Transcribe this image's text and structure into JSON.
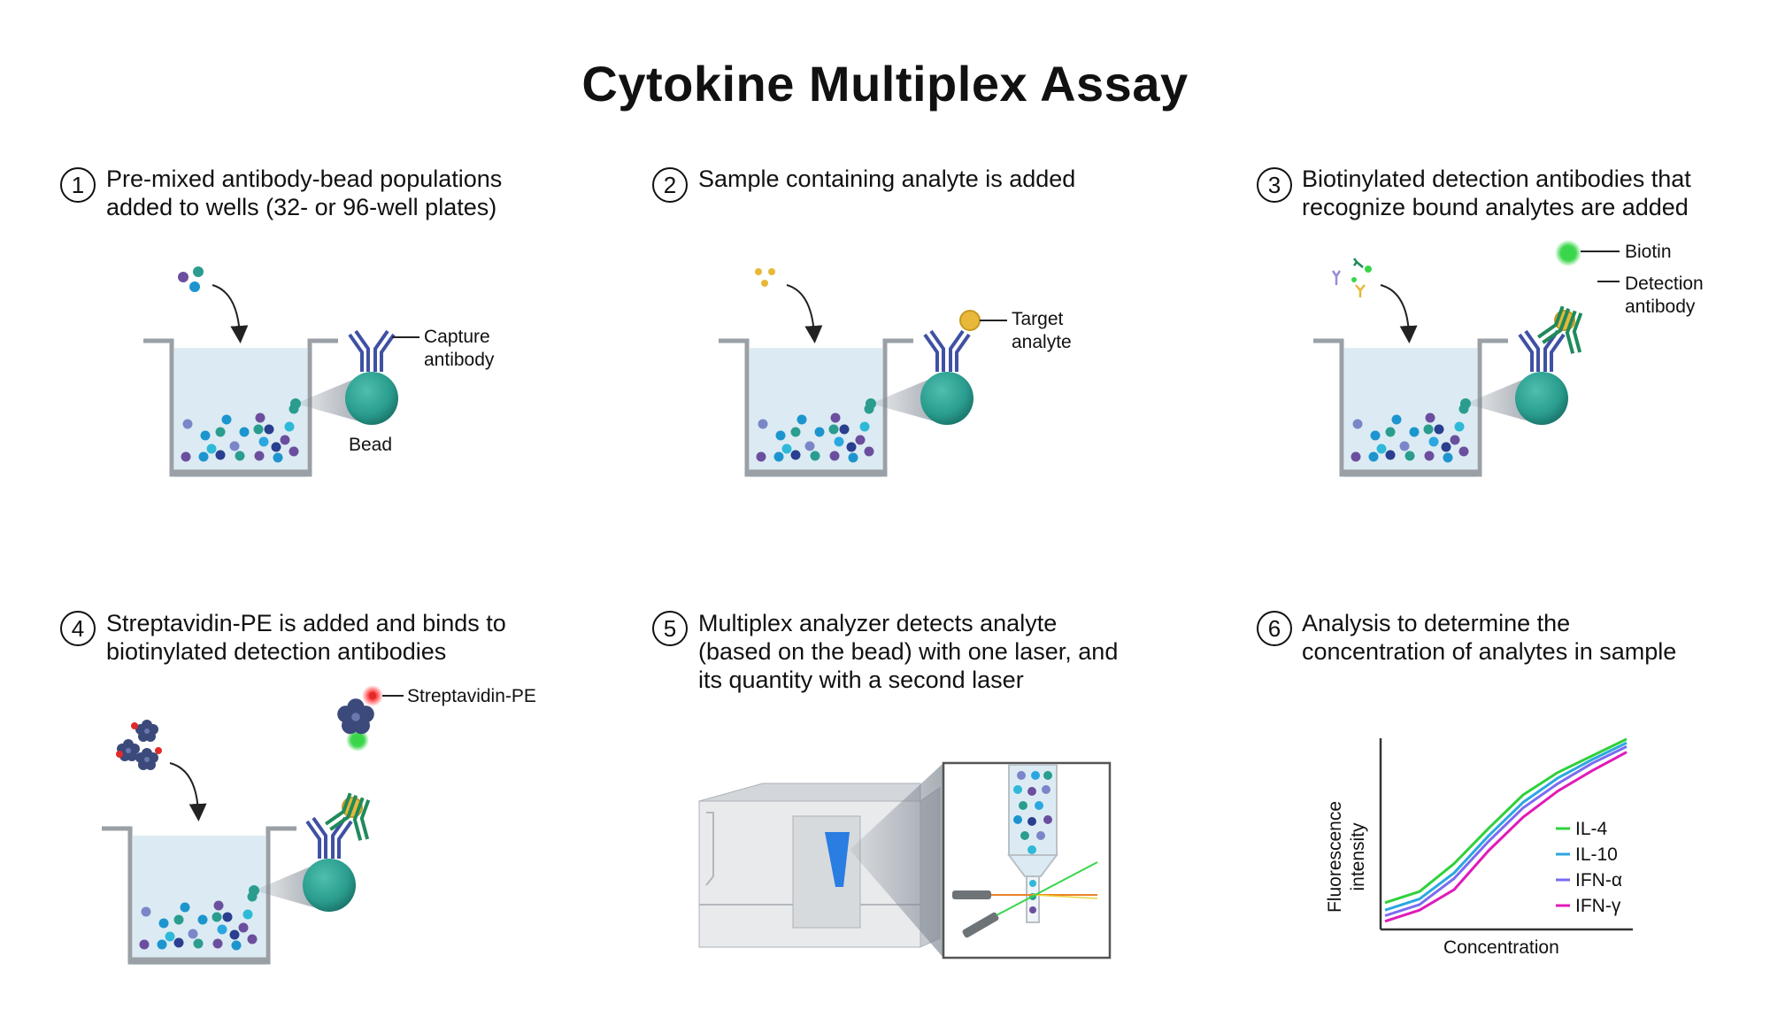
{
  "title": "Cytokine Multiplex Assay",
  "steps": [
    {
      "number": "1",
      "text": "Pre-mixed antibody-bead populations\nadded to wells (32- or 96-well plates)"
    },
    {
      "number": "2",
      "text": "Sample containing analyte is added"
    },
    {
      "number": "3",
      "text": "Biotinylated detection antibodies that\nrecognize bound analytes are added"
    },
    {
      "number": "4",
      "text": "Streptavidin-PE is added and binds to\nbiotinylated detection antibodies"
    },
    {
      "number": "5",
      "text": "Multiplex analyzer detects analyte\n(based on the bead) with one laser, and\nits quantity with a second laser"
    },
    {
      "number": "6",
      "text": "Analysis to determine the\nconcentration of analytes in sample"
    }
  ],
  "labels": {
    "capture_antibody": "Capture\nantibody",
    "bead": "Bead",
    "target_analyte": "Target\nanalyte",
    "biotin": "Biotin",
    "detection_antibody": "Detection\nantibody",
    "streptavidin_pe": "Streptavidin-PE"
  },
  "colors": {
    "bead": "#2a9d8f",
    "antibody_capture": "#3f51a3",
    "antibody_detection": "#1f8a5a",
    "analyte": "#e8b83a",
    "biotin": "#39d54a",
    "pe": "#e02a2a",
    "well_liquid": "#dcebf3",
    "well_wall": "#9aa0a6"
  },
  "chart_data": {
    "type": "line",
    "xlabel": "Concentration",
    "ylabel": "Fluorescence\nintensity",
    "series": [
      {
        "name": "IL-4",
        "color": "#2fd13a",
        "values": [
          0.12,
          0.18,
          0.33,
          0.52,
          0.7,
          0.82,
          0.91,
          1.0
        ]
      },
      {
        "name": "IL-10",
        "color": "#2aa7e0",
        "values": [
          0.08,
          0.14,
          0.28,
          0.48,
          0.66,
          0.79,
          0.89,
          0.98
        ]
      },
      {
        "name": "IFN-α",
        "color": "#7a6cf0",
        "values": [
          0.05,
          0.11,
          0.25,
          0.45,
          0.63,
          0.76,
          0.87,
          0.96
        ]
      },
      {
        "name": "IFN-γ",
        "color": "#e01ab8",
        "values": [
          0.02,
          0.08,
          0.19,
          0.4,
          0.58,
          0.72,
          0.83,
          0.93
        ]
      }
    ]
  }
}
